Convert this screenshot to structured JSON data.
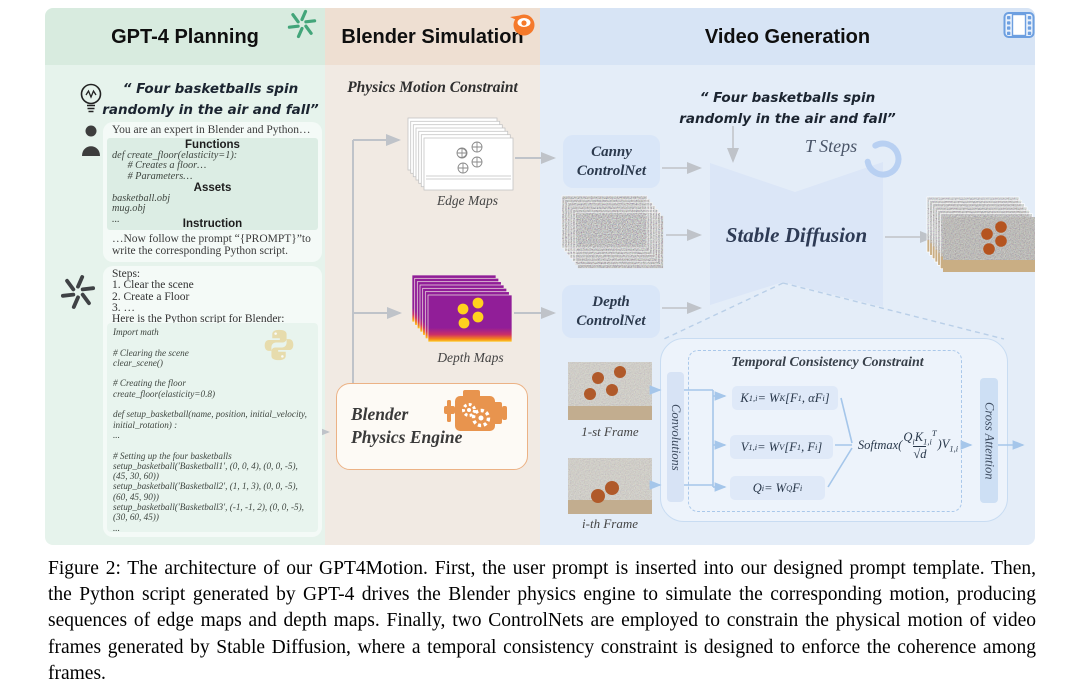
{
  "figure": {
    "gpt4_panel": {
      "title": "GPT-4 Planning",
      "prompt_quote_line1": "“ Four basketballs spin",
      "prompt_quote_line2": "randomly in the air and fall”",
      "system_prompt_intro": "You are an expert in Blender and Python…",
      "functions_heading": "Functions",
      "functions_code": "def create_floor(elasticity=1):\n      # Creates a floor…\n      # Parameters…",
      "assets_heading": "Assets",
      "assets_list": "basketball.obj\nmug.obj\n...",
      "instruction_heading": "Instruction",
      "instruction_text": "…Now follow the prompt “{PROMPT}”to write the corresponding Python script.",
      "gpt_reply_steps": "Steps:\n1. Clear the scene\n2. Create a Floor\n3. …\nHere is the Python script for Blender:",
      "python_script": "Import math\n\n# Clearing the scene\nclear_scene()\n\n# Creating the floor\ncreate_floor(elasticity=0.8)\n\ndef setup_basketball(name, position, initial_velocity, initial_rotation) :\n...\n\n# Setting up the four basketballs\nsetup_basketball('Basketball1', (0, 0, 4), (0, 0, -5), (45, 30, 60))\nsetup_basketball('Basketball2', (1, 1, 3), (0, 0, -5), (60, 45, 90))\nsetup_basketball('Basketball3', (-1, -1, 2), (0, 0, -5), (30, 60, 45))\n..."
    },
    "blender_panel": {
      "title": "Blender Simulation",
      "subtitle": "Physics Motion Constraint",
      "edge_maps_label": "Edge Maps",
      "depth_maps_label": "Depth Maps",
      "engine_line1": "Blender",
      "engine_line2": "Physics Engine"
    },
    "video_panel": {
      "title": "Video Generation",
      "prompt_quote_line1": "“ Four basketballs spin",
      "prompt_quote_line2": "randomly in the air and fall”",
      "t_steps_label": "T Steps",
      "canny_controlnet_label": "Canny\nControlNet",
      "depth_controlnet_label": "Depth\nControlNet",
      "stable_diffusion_label": "Stable Diffusion",
      "first_frame_label": "1-st Frame",
      "ith_frame_label": "i-th Frame",
      "convolutions_label": "Convolutions",
      "cross_attention_label": "Cross Attention",
      "tcc_title": "Temporal Consistency Constraint",
      "eq_k": "K_{1,i} = W^{K}[F_{1}, αF_{i}]",
      "eq_v": "V_{1,i} = W^{V}[F_{1}, F_{i}]",
      "eq_q": "Q_{i} = W^{Q}F_{i}",
      "softmax_prefix": "Softmax(",
      "softmax_numerator": "Q_{i}K_{1,i}^{T}",
      "softmax_denominator": "√d",
      "softmax_suffix": ")V_{1,i}"
    }
  },
  "caption": {
    "line1": "Figure 2: The architecture of our GPT4Motion. First, the user prompt is inserted into our designed prompt template. Then,",
    "line2": "the Python script generated by GPT-4 drives the Blender physics engine to simulate the corresponding motion, producing",
    "line3": "sequences of edge maps and depth maps. Finally, two ControlNets are employed to constrain the physical motion of video",
    "line4": "frames generated by Stable Diffusion, where a temporal consistency constraint is designed to enforce the coherence among",
    "line5": "frames."
  },
  "colors": {
    "gpt-header": "#d8ebdf",
    "gpt-body": "#e6f3ec",
    "blender-header": "#eedfd2",
    "blender-body": "#f1eae3",
    "video-header": "#d7e4f5",
    "video-body": "#e4edf8",
    "openai-green": "#43a57a",
    "blender-orange": "#f5792a",
    "python-yellow": "#e7d292",
    "engine-orange": "#e8944e",
    "sd-shape": "#dbe6f7",
    "box-blue": "#d9e6f8",
    "arrow-gray": "#bfc3c9",
    "arrow-blue": "#a5c6ea",
    "depth-purple": "#911e98",
    "depth-yellow": "#ffd21f",
    "ball-orange": "#b5541f",
    "sand": "#c9ae84"
  }
}
